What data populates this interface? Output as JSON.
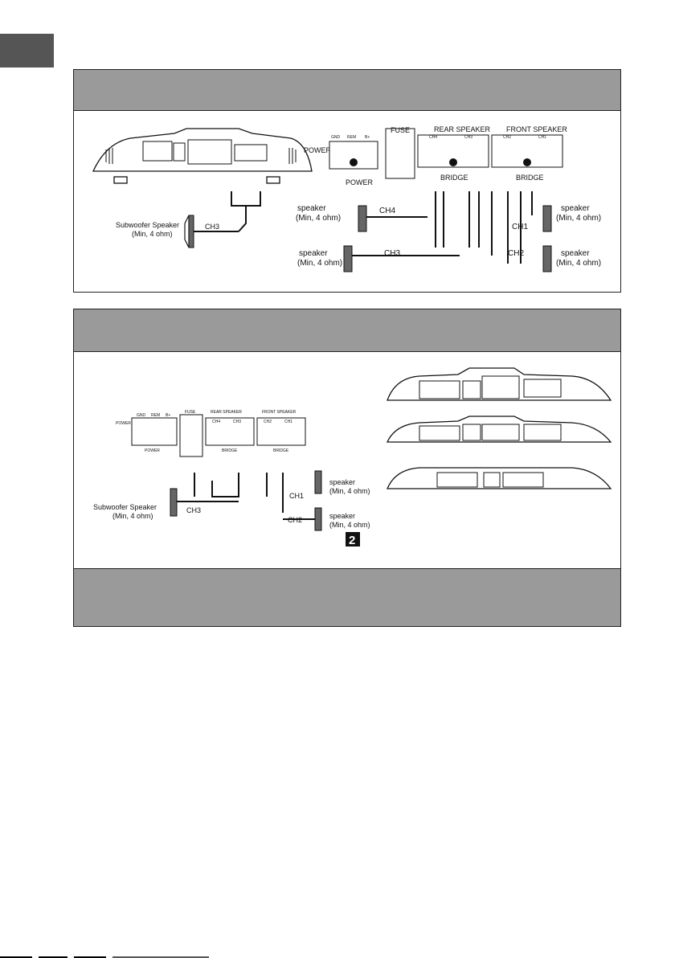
{
  "diagram1": {
    "power_terminals": [
      "GND",
      "REM",
      "B+"
    ],
    "power_label": "POWER",
    "power_indicator": "POWER",
    "fuse_label": "FUSE",
    "rear_speaker_label": "REAR SPEAKER",
    "rear_channels": [
      "CH4",
      "CH3"
    ],
    "front_speaker_label": "FRONT SPEAKER",
    "front_channels": [
      "CH2",
      "CH1"
    ],
    "bridge_label": "BRIDGE",
    "subwoofer": {
      "line1": "Subwoofer Speaker",
      "line2": "(Min, 4 ohm)",
      "channel": "CH3"
    },
    "speakers": [
      {
        "line1": "speaker",
        "line2": "(Min, 4 ohm)",
        "channel": "CH4"
      },
      {
        "line1": "speaker",
        "line2": "(Min, 4 ohm)",
        "channel": "CH3"
      },
      {
        "line1": "speaker",
        "line2": "(Min, 4 ohm)",
        "channel": "CH1"
      },
      {
        "line1": "speaker",
        "line2": "(Min, 4 ohm)",
        "channel": "CH2"
      }
    ]
  },
  "diagram2": {
    "power_terminals": [
      "GND",
      "REM",
      "B+"
    ],
    "power_label": "POWER",
    "power_indicator": "POWER",
    "fuse_label": "FUSE",
    "rear_speaker_label": "REAR SPEAKER",
    "rear_channels": [
      "CH4",
      "CH3"
    ],
    "front_speaker_label": "FRONT SPEAKER",
    "front_channels": [
      "CH2",
      "CH1"
    ],
    "bridge_label": "BRIDGE",
    "subwoofer": {
      "line1": "Subwoofer Speaker",
      "line2": "(Min, 4 ohm)",
      "channel": "CH3"
    },
    "speakers": [
      {
        "line1": "speaker",
        "line2": "(Min, 4 ohm)",
        "channel": "CH1"
      },
      {
        "line1": "speaker",
        "line2": "(Min, 4 ohm)",
        "channel": "CH2"
      }
    ],
    "figure_badge": "2"
  }
}
